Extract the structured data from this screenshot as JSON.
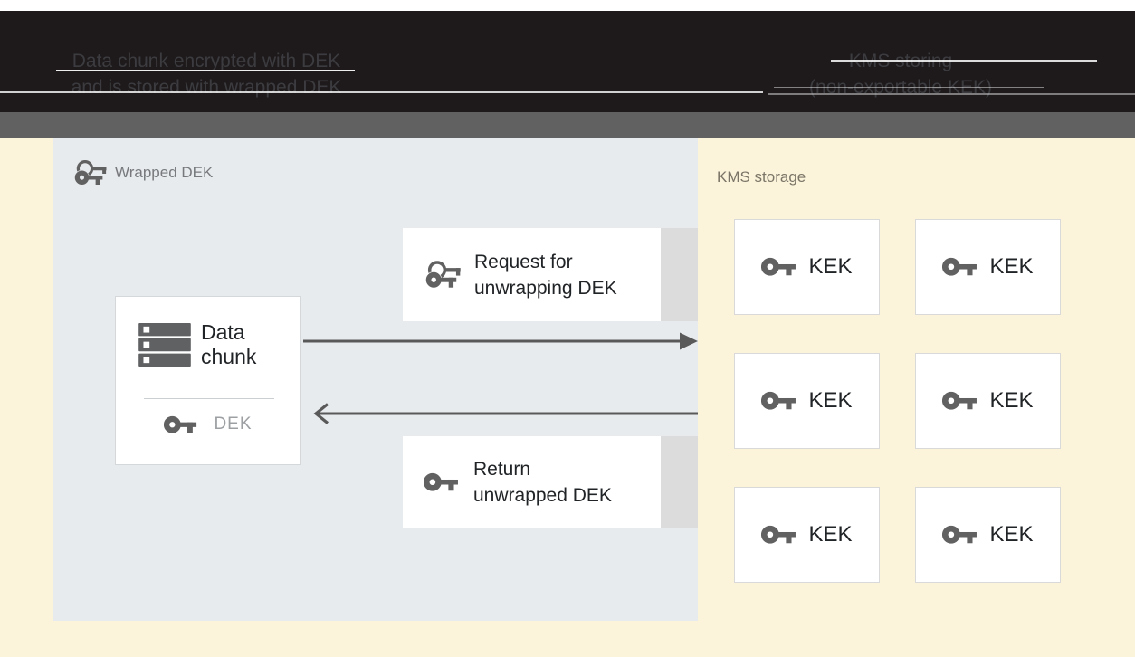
{
  "banner": {
    "left_caption": [
      "Data chunk encrypted with DEK",
      "and is stored with wrapped DEK"
    ],
    "right_caption": [
      "KMS storing",
      "(non-exportable KEK)"
    ]
  },
  "wrapped_dek_panel": {
    "label": "Wrapped DEK",
    "data_chunk_box": {
      "title_line1": "Data",
      "title_line2": "chunk",
      "key_label": "DEK"
    },
    "request_box": {
      "label_line1": "Request for",
      "label_line2": "unwrapping DEK"
    },
    "return_box": {
      "label_line1": "Return",
      "label_line2": "unwrapped DEK"
    }
  },
  "kms_panel": {
    "label": "KMS storage",
    "kek_boxes": [
      {
        "label": "KEK"
      },
      {
        "label": "KEK"
      },
      {
        "label": "KEK"
      },
      {
        "label": "KEK"
      },
      {
        "label": "KEK"
      },
      {
        "label": "KEK"
      }
    ]
  },
  "icons": {
    "wrapped_key": "wrapped-key-icon",
    "key": "key-icon",
    "data_chunk": "storage-stack-icon"
  },
  "colors": {
    "banner_bg": "#1e1a1b",
    "banner_text": "#3c3c40",
    "divider_bar": "#616161",
    "background": "#fbf4db",
    "panel_bg": "#e8ebee",
    "box_shadow_ext": "#dcdcdc",
    "arrow": "#595959",
    "icon": "#616161",
    "muted_text": "#9da0a3"
  }
}
